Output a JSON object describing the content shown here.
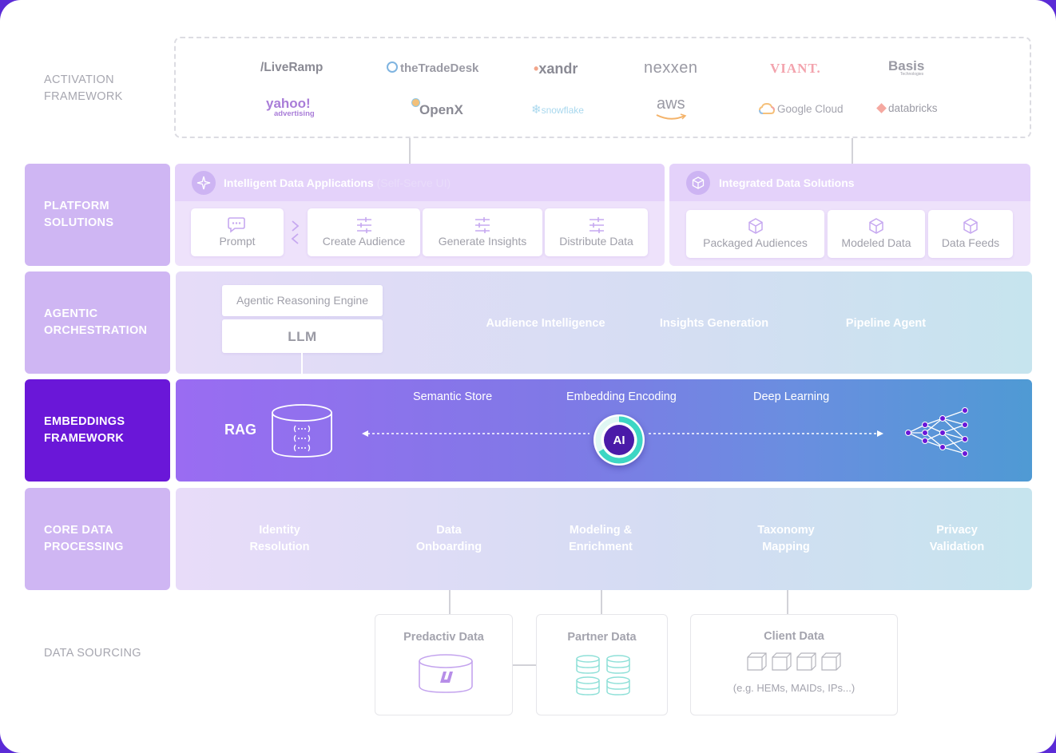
{
  "rows": {
    "activation": "ACTIVATION\nFRAMEWORK",
    "platform": "PLATFORM\nSOLUTIONS",
    "agentic": "AGENTIC\nORCHESTRATION",
    "embeddings": "EMBEDDINGS\nFRAMEWORK",
    "core": "CORE DATA\nPROCESSING",
    "sourcing": "DATA SOURCING"
  },
  "logos": {
    "liveramp": "/LiveRamp",
    "tradedesk": "theTradeDesk",
    "xandr": "xandr",
    "nexxen": "nexxen",
    "viant": "VIANT.",
    "basis": "Basis",
    "basis_sub": "Technologies",
    "yahoo": "yahoo!",
    "yahoo_sub": "advertising",
    "openx": "OpenX",
    "snowflake": "snowflake",
    "aws": "aws",
    "googlecloud": "Google Cloud",
    "databricks": "databricks"
  },
  "platform": {
    "ida_title": "Intelligent Data Applications",
    "ida_sub": " (Self-Serve UI)",
    "ids_title": "Integrated Data Solutions",
    "cards": {
      "prompt": "Prompt",
      "create_audience": "Create Audience",
      "generate_insights": "Generate Insights",
      "distribute_data": "Distribute Data",
      "packaged_audiences": "Packaged Audiences",
      "modeled_data": "Modeled Data",
      "data_feeds": "Data Feeds"
    }
  },
  "agentic": {
    "engine": "Agentic Reasoning Engine",
    "llm": "LLM",
    "items": [
      "Audience Intelligence",
      "Insights Generation",
      "Pipeline Agent"
    ]
  },
  "embeddings": {
    "rag": "RAG",
    "labels": [
      "Semantic Store",
      "Embedding Encoding",
      "Deep Learning"
    ],
    "ai": "AI"
  },
  "core": {
    "items": [
      "Identity\nResolution",
      "Data\nOnboarding",
      "Modeling &\nEnrichment",
      "Taxonomy\nMapping",
      "Privacy\nValidation"
    ]
  },
  "sourcing": {
    "predactiv": "Predactiv Data",
    "partner": "Partner Data",
    "client": "Client Data",
    "client_note": "(e.g. HEMs, MAIDs, IPs...)"
  },
  "colors": {
    "label_light": "#cfb6f3",
    "label_dark": "#6a17d8",
    "panel": "#eee2fb",
    "accent_teal": "#3dd6c4"
  }
}
